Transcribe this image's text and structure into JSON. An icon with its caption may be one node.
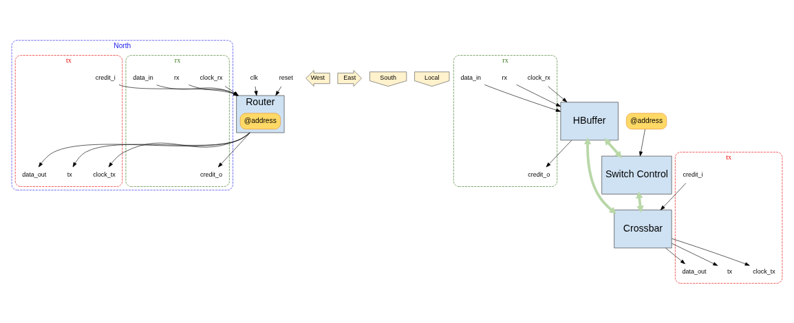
{
  "diagram": {
    "nodes": [
      {
        "text": [
          "North"
        ]
      },
      {
        "text": [
          "rx"
        ],
        "in": 0
      },
      {
        "text": [
          "clock_rx"
        ],
        "in": 1
      },
      {
        "text": [
          "rx"
        ],
        "in": 1
      },
      {
        "text": [
          "data_in"
        ],
        "in": 1
      },
      {
        "text": [
          "credit_o"
        ],
        "in": 1
      },
      {
        "text": [
          "tx"
        ],
        "in": 0
      },
      {
        "text": [
          "clock_tx"
        ],
        "in": 6
      },
      {
        "text": [
          "tx"
        ],
        "in": 6
      },
      {
        "text": [
          "data_out"
        ],
        "in": 6
      },
      {
        "text": [
          "credit_i"
        ],
        "in": 6
      },
      {
        "text": [
          "Router"
        ]
      },
      {
        "text": [
          "@address"
        ],
        "in": 11
      },
      {
        "text": [
          "clk"
        ]
      },
      {
        "text": [
          "reset"
        ]
      },
      {
        "text": [
          "West"
        ]
      },
      {
        "text": [
          "East"
        ]
      },
      {
        "text": [
          "South"
        ]
      },
      {
        "text": [
          "Local"
        ]
      },
      {
        "text": [
          "rx"
        ]
      },
      {
        "text": [
          "clock_rx"
        ],
        "in": 19
      },
      {
        "text": [
          "rx"
        ],
        "in": 19
      },
      {
        "text": [
          "data_in"
        ],
        "in": 19
      },
      {
        "text": [
          "credit_o"
        ],
        "in": 19
      },
      {
        "text": [
          "HBuffer"
        ]
      },
      {
        "text": [
          "@address"
        ]
      },
      {
        "text": [
          "Switch Control"
        ]
      },
      {
        "text": [
          "Crossbar"
        ]
      },
      {
        "text": [
          "tx"
        ]
      },
      {
        "text": [
          "clock_tx"
        ],
        "in": 28
      },
      {
        "text": [
          "tx"
        ],
        "in": 28
      },
      {
        "text": [
          "data_out"
        ],
        "in": 28
      },
      {
        "text": [
          "credit_i"
        ],
        "in": 28
      }
    ],
    "edges": [
      {
        "from": 2,
        "to": 11,
        "arrow": "to"
      },
      {
        "from": 3,
        "to": 11,
        "arrow": "to"
      },
      {
        "from": 4,
        "to": 11,
        "arrow": "to"
      },
      {
        "from": 11,
        "to": 5,
        "arrow": "to"
      },
      {
        "from": 11,
        "to": 7,
        "arrow": "to"
      },
      {
        "from": 11,
        "to": 8,
        "arrow": "to"
      },
      {
        "from": 11,
        "to": 9,
        "arrow": "to"
      },
      {
        "from": 10,
        "to": 11,
        "arrow": "to"
      },
      {
        "from": 13,
        "to": 11,
        "arrow": "to"
      },
      {
        "from": 14,
        "to": 11,
        "arrow": "to"
      },
      {
        "from": 20,
        "to": 24,
        "arrow": "to"
      },
      {
        "from": 21,
        "to": 24,
        "arrow": "to"
      },
      {
        "from": 22,
        "to": 24,
        "arrow": "to"
      },
      {
        "from": 24,
        "to": 23,
        "arrow": "to"
      },
      {
        "from": 25,
        "to": 26,
        "arrow": "to"
      },
      {
        "from": 24,
        "to": 26,
        "arrow": "both",
        "style": "thick",
        "color": "#b9d7a8"
      },
      {
        "from": 26,
        "to": 27,
        "arrow": "both",
        "style": "thick",
        "color": "#b9d7a8"
      },
      {
        "from": 24,
        "to": 27,
        "arrow": "both",
        "style": "thick",
        "color": "#b9d7a8"
      },
      {
        "from": 27,
        "to": 29,
        "arrow": "to"
      },
      {
        "from": 27,
        "to": 30,
        "arrow": "to"
      },
      {
        "from": 27,
        "to": 31,
        "arrow": "to"
      },
      {
        "from": 32,
        "to": 27,
        "arrow": "to"
      }
    ]
  }
}
